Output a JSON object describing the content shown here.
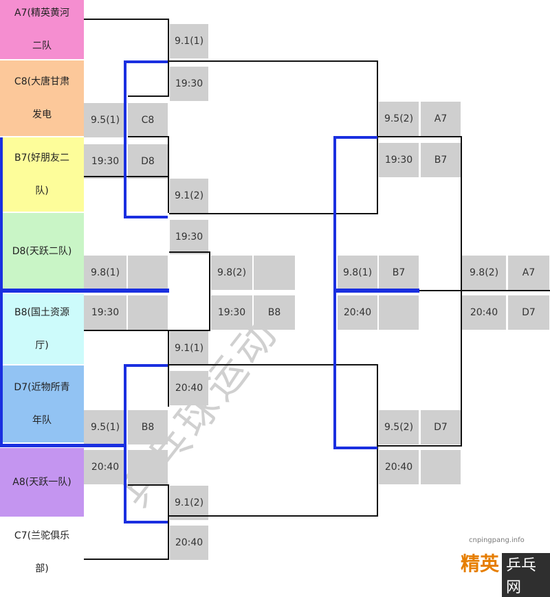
{
  "teams": [
    {
      "line1": "A7(精英黄河",
      "line2": "二队",
      "color": "#f58ed0"
    },
    {
      "line1": "C8(大唐甘肃",
      "line2": "发电",
      "color": "#fcc89a"
    },
    {
      "line1": "B7(好朋友二",
      "line2": "队)",
      "color": "#fdfd9a"
    },
    {
      "line1": "D8(天跃二队)",
      "line2": "",
      "color": "#c9f5c6"
    },
    {
      "line1": "B8(国土资源",
      "line2": "厅)",
      "color": "#cdfbfb"
    },
    {
      "line1": "D7(近物所青",
      "line2": "年队",
      "color": "#92c3f3"
    },
    {
      "line1": "A8(天跃一队)",
      "line2": "",
      "color": "#c495f0"
    },
    {
      "line1": "C7(兰驼俱乐",
      "line2": "部)",
      "color": "#ffffff"
    }
  ],
  "round1": [
    {
      "match": "9.1(1)",
      "time": "19:30"
    },
    {
      "match": "9.1(2)",
      "time": "19:30"
    },
    {
      "match": "9.1(1)",
      "time": "20:40"
    },
    {
      "match": "9.1(2)",
      "time": "20:40"
    }
  ],
  "cross_upper": {
    "match": "9.5(1)",
    "time": "19:30",
    "winner": "C8",
    "loser": "D8"
  },
  "cross_lower": {
    "match": "9.5(1)",
    "time": "20:40",
    "winner": "B8"
  },
  "mid_d8": {
    "match": "9.8(1)",
    "time": "19:30"
  },
  "mid_b8": {
    "match": "9.8(2)",
    "time": "19:30",
    "winner": "B8"
  },
  "right_upper": {
    "match": "9.5(2)",
    "time": "19:30",
    "a": "A7",
    "b": "B7"
  },
  "right_lower": {
    "match": "9.5(2)",
    "time": "20:40",
    "a": "D7"
  },
  "semi": {
    "match": "9.8(1)",
    "time": "20:40",
    "winner": "B7"
  },
  "final": {
    "match": "9.8(2)",
    "time": "20:40",
    "a": "A7",
    "b": "D7"
  },
  "watermark": "乒乓球运动",
  "logo": {
    "url": "cnpingpang.info",
    "text1": "精英",
    "text2": "乒乓网"
  },
  "colors": {
    "line": "#111111",
    "highlight": "#1a2fe0",
    "cell": "#cfcfcf"
  }
}
